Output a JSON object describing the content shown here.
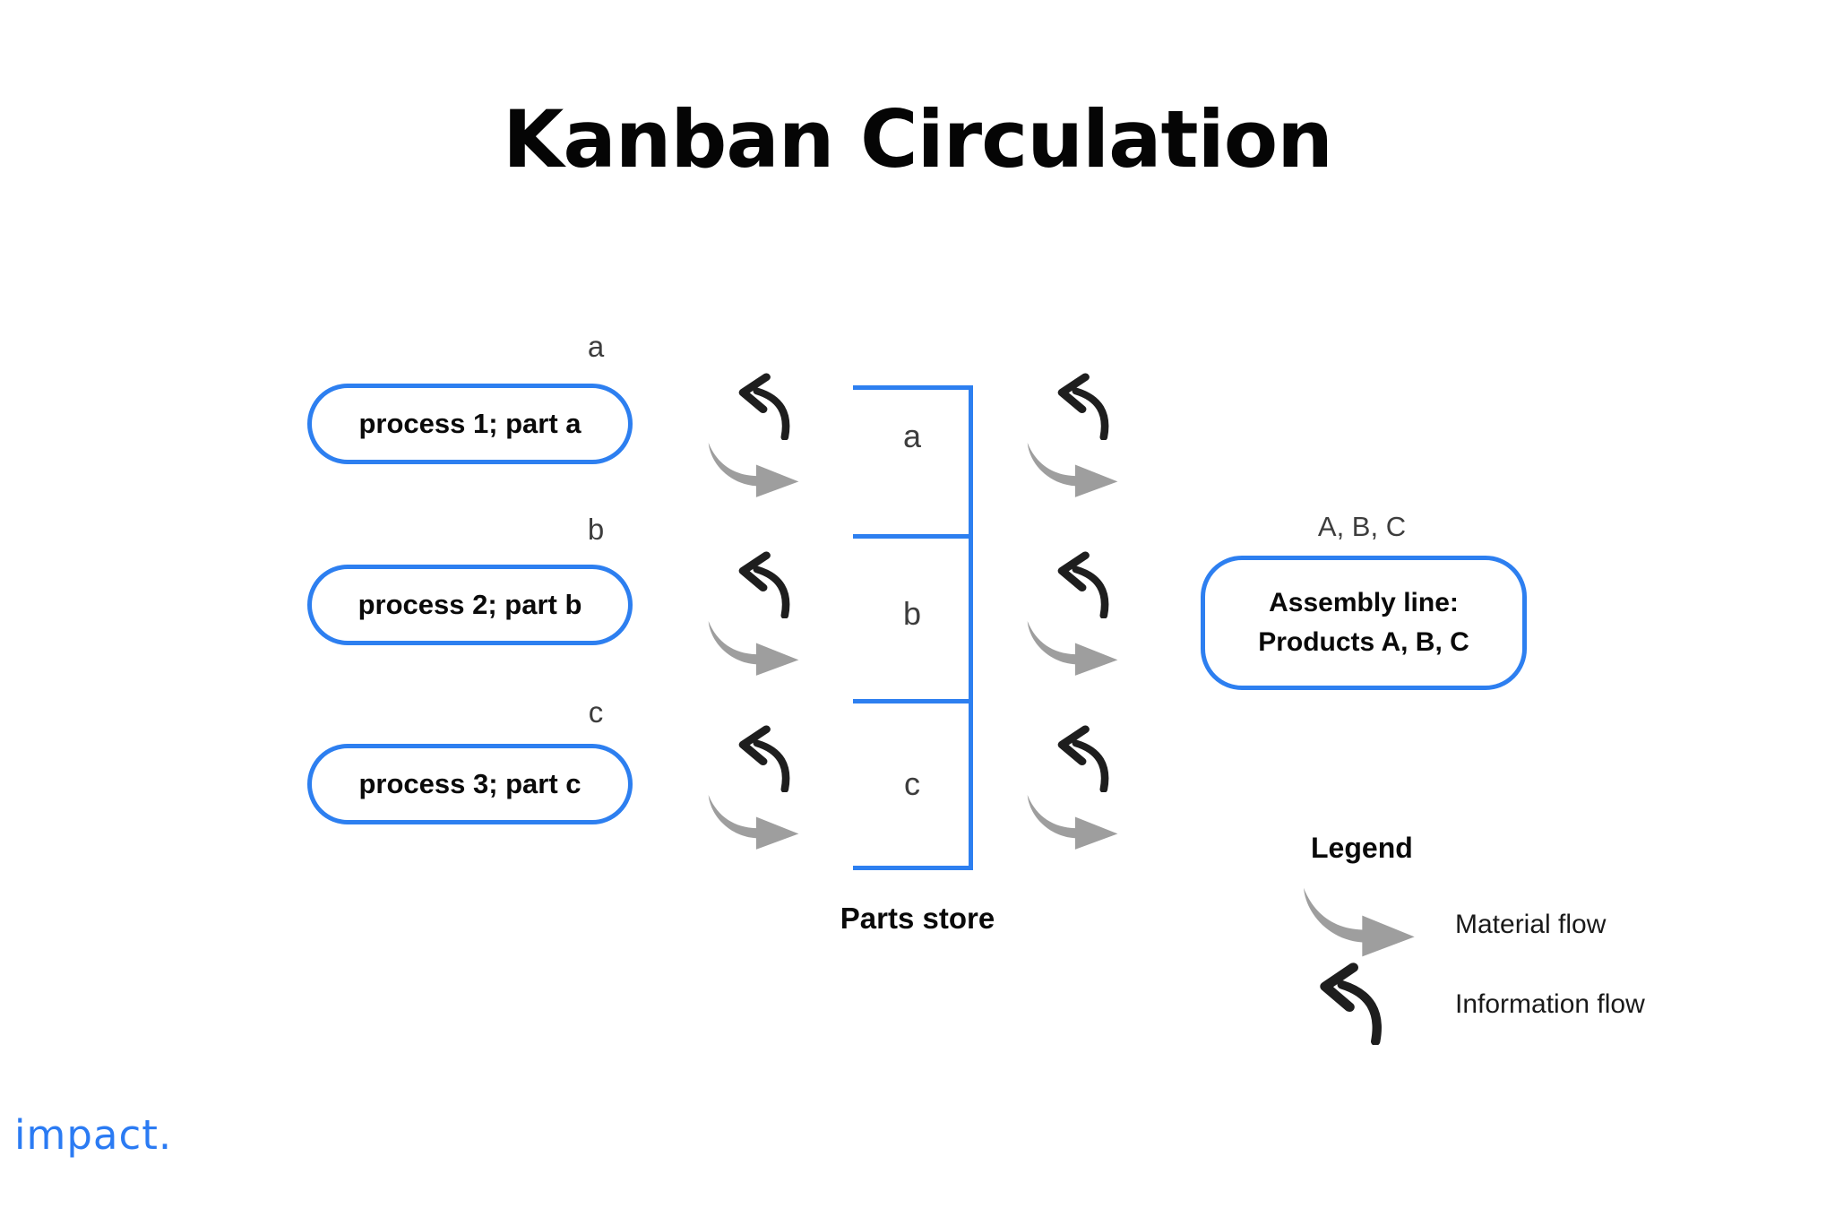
{
  "title": "Kanban Circulation",
  "processes": [
    {
      "label": "process 1; part a",
      "tag": "a"
    },
    {
      "label": "process 2; part b",
      "tag": "b"
    },
    {
      "label": "process 3; part c",
      "tag": "c"
    }
  ],
  "parts_store": {
    "label": "Parts store",
    "cells": [
      "a",
      "b",
      "c"
    ]
  },
  "assembly": {
    "tag": "A, B, C",
    "line1": "Assembly line:",
    "line2": "Products A, B, C"
  },
  "legend": {
    "title": "Legend",
    "material": "Material flow",
    "information": "Information flow"
  },
  "logo": "impact.",
  "colors": {
    "accent_blue": "#2D7FF0",
    "material_gray": "#9E9E9E",
    "information_black": "#1E1E1E",
    "label_gray": "#3D3D3D",
    "logo_blue": "#2B7BF3"
  }
}
